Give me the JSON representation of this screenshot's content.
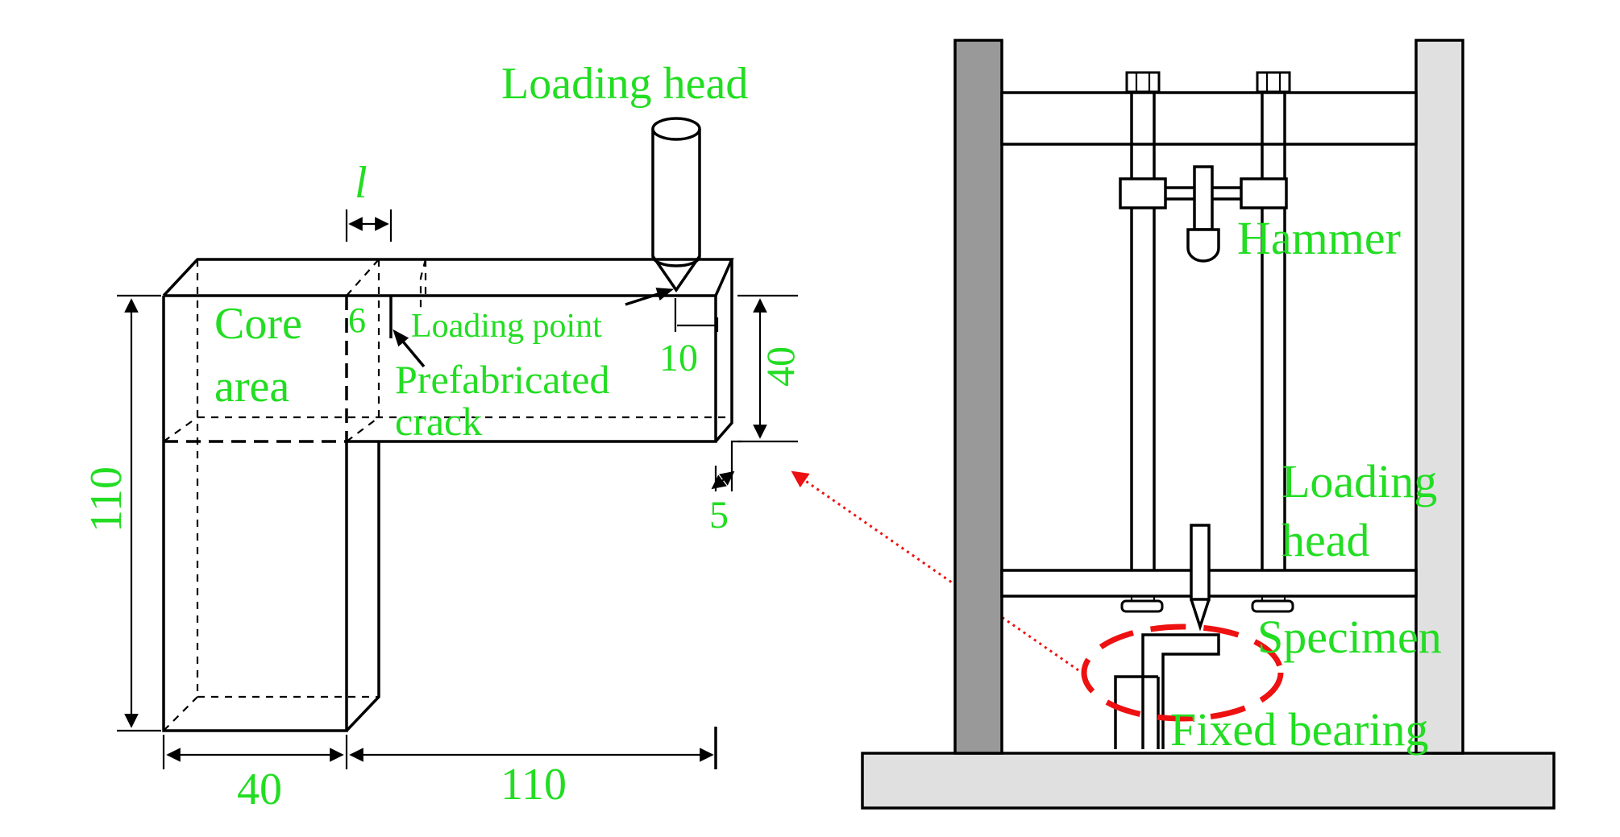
{
  "colors": {
    "label": "#22dd22",
    "lines": "#000000",
    "column_left": "#999999",
    "column_right": "#e0e0e0",
    "base": "#e0e0e0",
    "highlight": "#ee1111"
  },
  "specimen": {
    "loading_head": "Loading head",
    "dim_l": "l",
    "dim_6": "6",
    "core_area_line1": "Core",
    "core_area_line2": "area",
    "loading_point": "Loading point",
    "prefab_crack_line1": "Prefabricated",
    "prefab_crack_line2": "crack",
    "dim_10": "10",
    "dim_40_right": "40",
    "dim_5": "5",
    "dim_110_left": "110",
    "dim_40_bottom": "40",
    "dim_110_bottom": "110"
  },
  "apparatus": {
    "hammer": "Hammer",
    "loading_head_line1": "Loading",
    "loading_head_line2": "head",
    "specimen": "Specimen",
    "fixed_bearing": "Fixed bearing"
  }
}
